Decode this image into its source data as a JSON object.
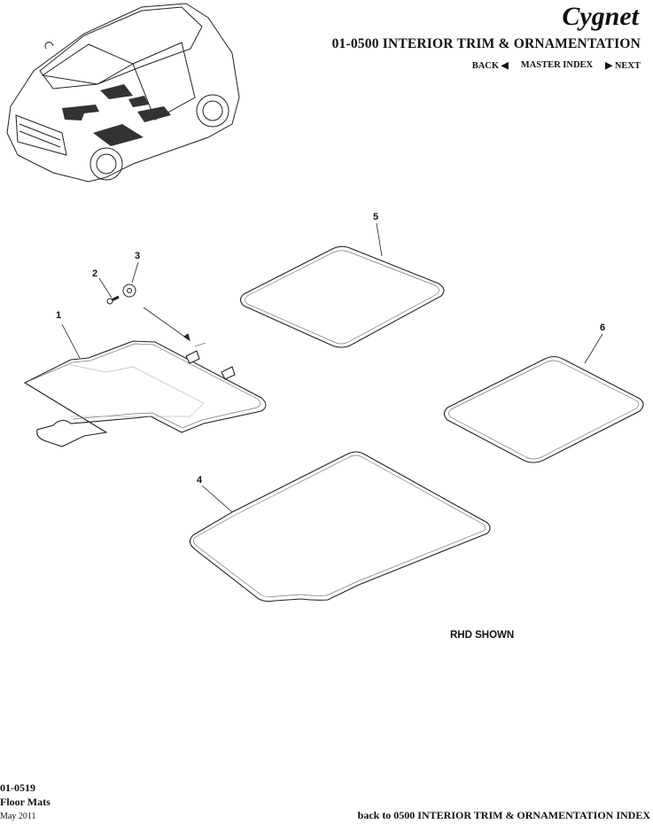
{
  "header": {
    "brand_logo": "Cygnet",
    "section_title": "01-0500 INTERIOR TRIM & ORNAMENTATION",
    "nav": {
      "back_label": "BACK ◀",
      "master_index_label": "MASTER INDEX",
      "next_label": "▶ NEXT"
    }
  },
  "diagram": {
    "callouts": [
      {
        "number": "1",
        "part": "front left floor mat with fixing tabs"
      },
      {
        "number": "2",
        "part": "screw"
      },
      {
        "number": "3",
        "part": "retaining clip"
      },
      {
        "number": "4",
        "part": "front right floor mat"
      },
      {
        "number": "5",
        "part": "rear floor mat"
      },
      {
        "number": "6",
        "part": "rear floor mat"
      }
    ],
    "note": "RHD SHOWN"
  },
  "footer": {
    "page_code": "01-0519",
    "page_name": "Floor Mats",
    "date": "May 2011",
    "back_link": "back to 0500 INTERIOR TRIM & ORNAMENTATION INDEX"
  }
}
